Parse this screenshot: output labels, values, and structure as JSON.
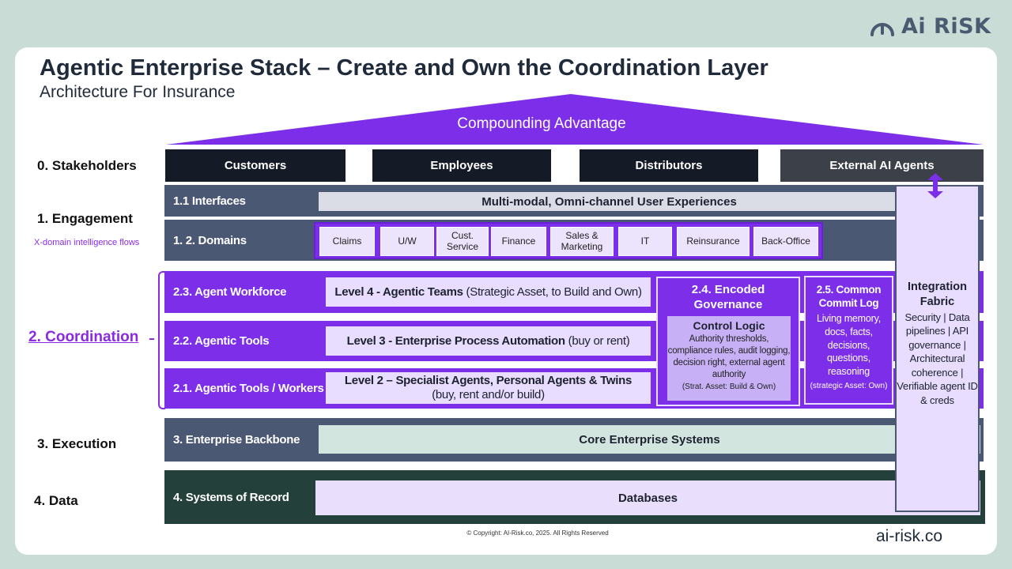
{
  "brand": {
    "name": "Ai RiSK",
    "url": "ai-risk.co"
  },
  "header": {
    "title": "Agentic Enterprise Stack – Create and Own the Coordination Layer",
    "subtitle": "Architecture For Insurance"
  },
  "roof": {
    "label": "Compounding Advantage"
  },
  "layers": {
    "stakeholders": "0. Stakeholders",
    "engagement": "1. Engagement",
    "xdomain": "X-domain intelligence flows",
    "coordination": "2. Coordination",
    "execution": "3. Execution",
    "data": "4. Data"
  },
  "stakeholders": [
    "Customers",
    "Employees",
    "Distributors",
    "External AI Agents"
  ],
  "interfaces": {
    "label": "1.1 Interfaces",
    "bar": "Multi-modal, Omni-channel User Experiences"
  },
  "domains": {
    "label": "1. 2. Domains",
    "items": [
      "Claims",
      "U/W",
      "Cust. Service",
      "Finance",
      "Sales & Marketing",
      "IT",
      "Reinsurance",
      "Back-Office"
    ]
  },
  "coordination": {
    "workforce": {
      "label": "2.3. Agent Workforce",
      "level_bold": "Level 4 - Agentic Teams",
      "level_rest": " (Strategic Asset, to Build and Own)"
    },
    "tools": {
      "label": "2.2. Agentic Tools",
      "level_bold": "Level 3 - Enterprise Process Automation",
      "level_rest": " (buy or rent)"
    },
    "workers": {
      "label": "2.1. Agentic Tools / Workers",
      "level_bold": "Level 2 – Specialist Agents, Personal Agents & Twins",
      "level_rest": "(buy, rent and/or build)"
    },
    "governance": {
      "title": "2.4. Encoded Governance",
      "inner_title": "Control Logic",
      "inner_body": "Authority thresholds, compliance rules, audit logging, decision right, external agent authority",
      "inner_note": "(Strat. Asset: Build & Own)"
    },
    "commit_log": {
      "title": "2.5. Common Commit Log",
      "body": "Living memory, docs, facts, decisions, questions, reasoning",
      "note": "(strategic Asset: Own)"
    }
  },
  "fabric": {
    "title": "Integration Fabric",
    "body": "Security | Data pipelines | API governance | Architectural coherence | Verifiable agent ID & creds"
  },
  "execution": {
    "label": "3. Enterprise Backbone",
    "bar": "Core Enterprise Systems"
  },
  "data_layer": {
    "label": "4. Systems of Record",
    "bar": "Databases"
  },
  "footer": {
    "copyright": "© Copyright: AI-Risk.co, 2025. All Rights Reserved"
  },
  "colors": {
    "purple": "#7c2ee8",
    "slate": "#4b5874",
    "navy": "#141b27",
    "forest": "#24403a",
    "lavender": "#e8dcff"
  }
}
